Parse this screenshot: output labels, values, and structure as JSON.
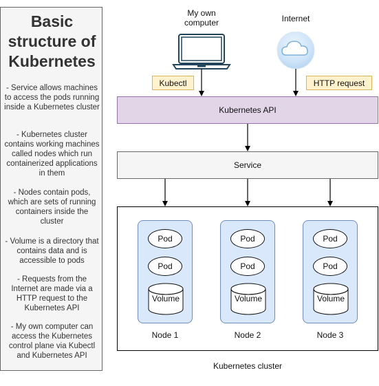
{
  "sidebar": {
    "title_lines": [
      "Basic",
      "structure of",
      "Kubernetes"
    ],
    "notes": [
      "- Service allows machines to access the pods running inside a Kubernetes cluster",
      "- Kubernetes cluster contains working machines called nodes which run containerized applications in them",
      "- Nodes contain pods, which are sets of running containers inside the cluster",
      "- Volume is a directory that contains data and is accessible to pods",
      "- Requests from the Internet are made via a HTTP request to the Kubernetes API",
      "- My own computer can access the Kubernetes control plane via Kubectl and Kubernetes API"
    ]
  },
  "diagram": {
    "computer_label": "My own computer",
    "internet_label": "Internet",
    "kubectl_label": "Kubectl",
    "http_label": "HTTP request",
    "api_label": "Kubernetes API",
    "service_label": "Service",
    "cluster_label": "Kubernetes cluster",
    "nodes": [
      {
        "name": "Node 1",
        "pods": [
          "Pod",
          "Pod"
        ],
        "volume": "Volume"
      },
      {
        "name": "Node 2",
        "pods": [
          "Pod",
          "Pod"
        ],
        "volume": "Volume"
      },
      {
        "name": "Node 3",
        "pods": [
          "Pod",
          "Pod"
        ],
        "volume": "Volume"
      }
    ],
    "colors": {
      "api_fill": "#e1d5e7",
      "api_border": "#9673a6",
      "label_fill": "#fff2cc",
      "label_border": "#d6b656",
      "node_fill": "#dae8fc",
      "node_border": "#6c8ebf",
      "service_fill": "#f5f5f5"
    },
    "icons": [
      "laptop-icon",
      "cloud-icon"
    ]
  }
}
